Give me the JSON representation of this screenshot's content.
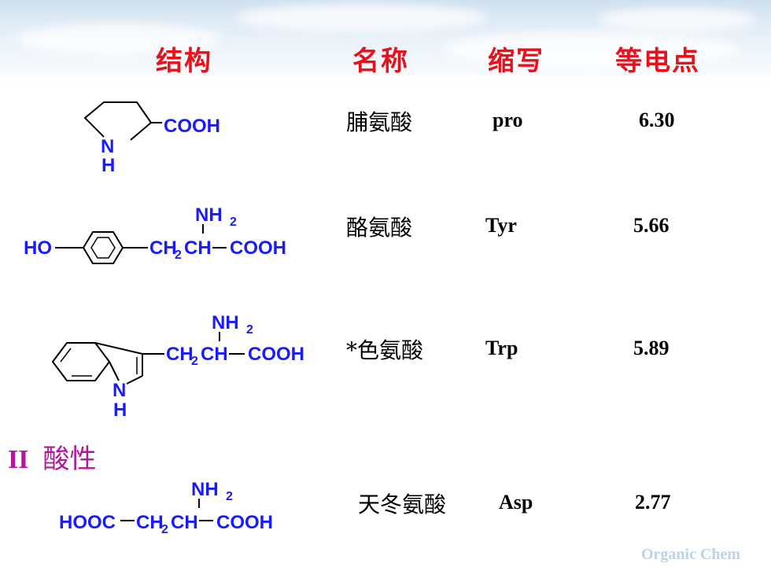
{
  "headers": {
    "structure": "结构",
    "name": "名称",
    "abbr": "缩写",
    "pi": "等电点"
  },
  "rows": [
    {
      "name": "脯氨酸",
      "abbr": "pro",
      "pi": "6.30",
      "structure_text": [
        "COOH",
        "N",
        "H"
      ]
    },
    {
      "name": "酪氨酸",
      "abbr": "Tyr",
      "pi": "5.66",
      "structure_text": [
        "NH",
        "2",
        "HO",
        "CH",
        "2",
        "CH",
        "COOH"
      ]
    },
    {
      "name": "*色氨酸",
      "abbr": "Trp",
      "pi": "5.89",
      "structure_text": [
        "NH",
        "2",
        "CH",
        "2",
        "CH",
        "COOH",
        "N",
        "H"
      ]
    },
    {
      "name": "天冬氨酸",
      "abbr": "Asp",
      "pi": "2.77",
      "structure_text": [
        "NH",
        "2",
        "HOOC",
        "CH",
        "2",
        "CH",
        "COOH"
      ]
    }
  ],
  "section": {
    "number": "II",
    "label": "酸性"
  },
  "footer": "Organic Chem",
  "colors": {
    "header": "#e8101b",
    "structure": "#1a1aff",
    "section": "#b0179c",
    "footer": "#bcd2e8"
  }
}
